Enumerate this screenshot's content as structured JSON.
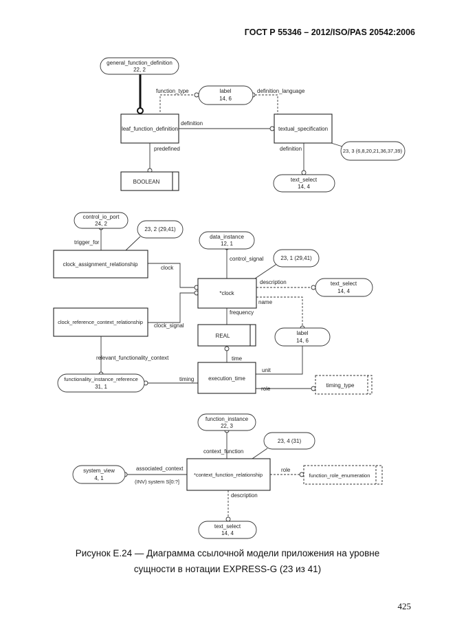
{
  "header": "ГОСТ  Р 55346 – 2012/ISO/PAS 20542:2006",
  "caption_line1": "Рисунок Е.24 — Диаграмма ссылочной модели приложения на уровне",
  "caption_line2": "сущности в нотации EXPRESS-G (23 из 41)",
  "page_number": "425",
  "d1": {
    "general_function_definition": {
      "name": "general_function_definition",
      "ref": "22, 2"
    },
    "label": {
      "name": "label",
      "ref": "14, 6"
    },
    "leaf_function_definition": "leaf_function_definition",
    "textual_specification": "textual_specification",
    "boolean": "BOOLEAN",
    "text_select": {
      "name": "text_select",
      "ref": "14, 4"
    },
    "multi_ref": "23, 3 (6,8,20,21,36,37,39)",
    "attr_function_type": "function_type",
    "attr_definition_language": "definition_language",
    "attr_definition_1": "definition",
    "attr_predefined": "predefined",
    "attr_definition_2": "definition"
  },
  "d2": {
    "control_io_port": {
      "name": "control_io_port",
      "ref": "24, 2"
    },
    "ref_23_2": "23, 2 (29,41)",
    "data_instance": {
      "name": "data_instance",
      "ref": "12, 1"
    },
    "ref_23_1": "23, 1 (29,41)",
    "clock_assignment_relationship": "clock_assignment_relationship",
    "clock": "*clock",
    "text_select": {
      "name": "text_select",
      "ref": "14, 4"
    },
    "clock_reference_context_relationship": "clock_reference_context_relationship",
    "real": "REAL",
    "label": {
      "name": "label",
      "ref": "14, 6"
    },
    "functionality_instance_reference": {
      "name": "functionality_instance_reference",
      "ref": "31, 1"
    },
    "execution_time": "execution_time",
    "timing_type": "timing_type",
    "attr_trigger_for": "trigger_for",
    "attr_control_signal": "control_signal",
    "attr_clock": "clock",
    "attr_description": "description",
    "attr_name": "name",
    "attr_clock_signal": "clock_signal",
    "attr_frequency": "frequency",
    "attr_relevant_functionality_context": "relevant_functionality_context",
    "attr_time": "time",
    "attr_unit": "unit",
    "attr_timing": "timing",
    "attr_role": "role"
  },
  "d3": {
    "function_instance": {
      "name": "function_instance",
      "ref": "22, 3"
    },
    "ref_23_4": "23, 4 (31)",
    "system_view": {
      "name": "system_view",
      "ref": "4, 1"
    },
    "context_function_relationship": "*context_function_relationship",
    "function_role_enumeration": "function_role_enumeration",
    "text_select": {
      "name": "text_select",
      "ref": "14, 4"
    },
    "attr_context_function": "context_function",
    "attr_associated_context": "associated_context",
    "attr_inv_system": "(INV) system S[0:?]",
    "attr_role": "role",
    "attr_description": "description"
  }
}
